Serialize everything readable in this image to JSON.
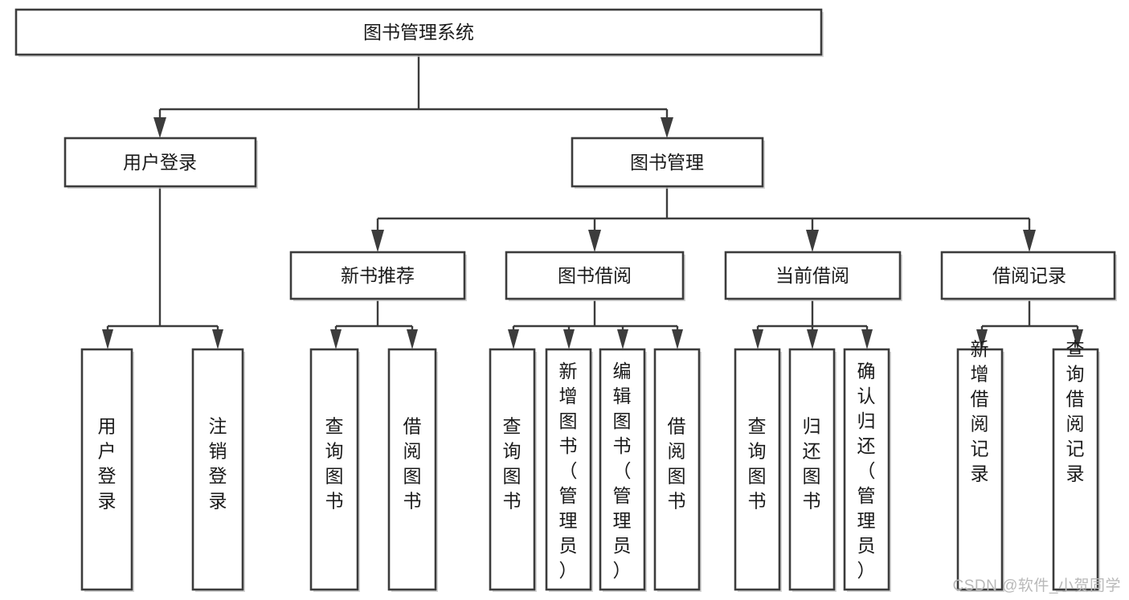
{
  "diagram": {
    "type": "tree-hierarchy",
    "title": "图书管理系统",
    "watermark": "CSDN @软件_小贺同学",
    "colors": {
      "stroke": "#3c3c3c",
      "fill": "#ffffff",
      "text": "#1a1a1a",
      "watermark": "#b9b9b9",
      "background": "#ffffff"
    },
    "levels": [
      {
        "level": 1,
        "nodes": [
          {
            "id": "root",
            "label": "图书管理系统",
            "orientation": "horizontal"
          }
        ]
      },
      {
        "level": 2,
        "nodes": [
          {
            "id": "login",
            "label": "用户登录",
            "orientation": "horizontal",
            "parent": "root"
          },
          {
            "id": "bookmgmt",
            "label": "图书管理",
            "orientation": "horizontal",
            "parent": "root"
          }
        ]
      },
      {
        "level": 3,
        "nodes": [
          {
            "id": "newbook",
            "label": "新书推荐",
            "orientation": "horizontal",
            "parent": "bookmgmt"
          },
          {
            "id": "borrow",
            "label": "图书借阅",
            "orientation": "horizontal",
            "parent": "bookmgmt"
          },
          {
            "id": "current",
            "label": "当前借阅",
            "orientation": "horizontal",
            "parent": "bookmgmt"
          },
          {
            "id": "records",
            "label": "借阅记录",
            "orientation": "horizontal",
            "parent": "bookmgmt"
          }
        ]
      },
      {
        "level": 4,
        "nodes": [
          {
            "id": "leaf1",
            "label": "用户登录",
            "orientation": "vertical",
            "parent": "login"
          },
          {
            "id": "leaf2",
            "label": "注销登录",
            "orientation": "vertical",
            "parent": "login"
          },
          {
            "id": "leaf3",
            "label": "查询图书",
            "orientation": "vertical",
            "parent": "newbook"
          },
          {
            "id": "leaf4",
            "label": "借阅图书",
            "orientation": "vertical",
            "parent": "newbook"
          },
          {
            "id": "leaf5",
            "label": "查询图书",
            "orientation": "vertical",
            "parent": "borrow"
          },
          {
            "id": "leaf6",
            "label": "新增图书（管理员）",
            "orientation": "vertical",
            "parent": "borrow"
          },
          {
            "id": "leaf7",
            "label": "编辑图书（管理员）",
            "orientation": "vertical",
            "parent": "borrow"
          },
          {
            "id": "leaf8",
            "label": "借阅图书",
            "orientation": "vertical",
            "parent": "borrow"
          },
          {
            "id": "leaf9",
            "label": "查询图书",
            "orientation": "vertical",
            "parent": "current"
          },
          {
            "id": "leaf10",
            "label": "归还图书",
            "orientation": "vertical",
            "parent": "current"
          },
          {
            "id": "leaf11",
            "label": "确认归还（管理员）",
            "orientation": "vertical",
            "parent": "current"
          },
          {
            "id": "leaf12",
            "label": "新增借阅记录",
            "orientation": "vertical",
            "parent": "records"
          },
          {
            "id": "leaf13",
            "label": "查询借阅记录",
            "orientation": "vertical",
            "parent": "records"
          }
        ]
      }
    ],
    "labels": {
      "root": "图书管理系统",
      "login": "用户登录",
      "bookmgmt": "图书管理",
      "newbook": "新书推荐",
      "borrow": "图书借阅",
      "current": "当前借阅",
      "records": "借阅记录",
      "leaf1": "用户登录",
      "leaf2": "注销登录",
      "leaf3": "查询图书",
      "leaf4": "借阅图书",
      "leaf5": "查询图书",
      "leaf6": "新增图书（管理员）",
      "leaf7": "编辑图书（管理员）",
      "leaf8": "借阅图书",
      "leaf9": "查询图书",
      "leaf10": "归还图书",
      "leaf11": "确认归还（管理员）",
      "leaf12": "新增借阅记录",
      "leaf13": "查询借阅记录"
    }
  }
}
